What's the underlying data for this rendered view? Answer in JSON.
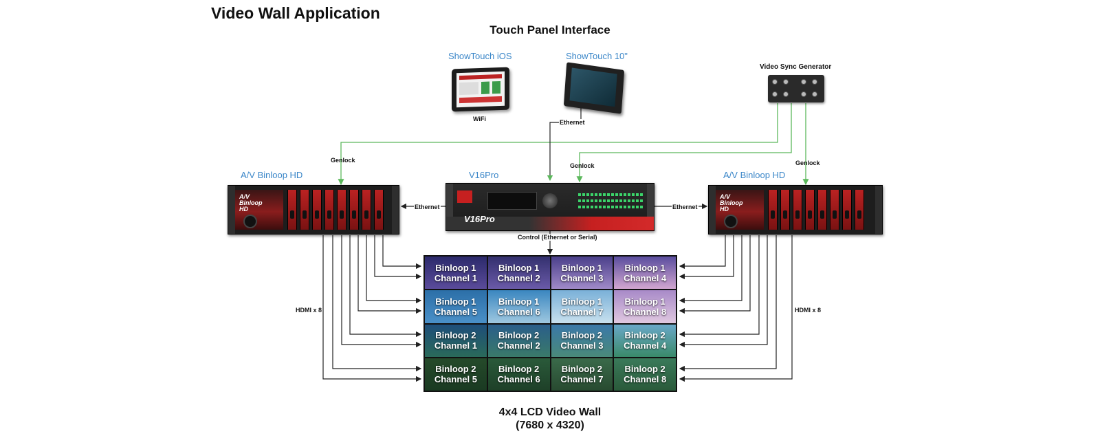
{
  "title": "Video Wall Application",
  "subtitle": "Touch Panel Interface",
  "devices": {
    "showtouch_ios": "ShowTouch iOS",
    "showtouch_10": "ShowTouch 10\"",
    "wifi": "WiFi",
    "sync_generator": "Video Sync Generator",
    "binloop_left": "A/V Binloop HD",
    "binloop_right": "A/V Binloop HD",
    "v16pro": "V16Pro",
    "v16pro_brand": "V16Pro",
    "binloop_brand": "A/V Binloop HD"
  },
  "connections": {
    "ethernet_top": "Ethernet",
    "ethernet_left": "Ethernet",
    "ethernet_right": "Ethernet",
    "genlock_left": "Genlock",
    "genlock_center": "Genlock",
    "genlock_right": "Genlock",
    "control": "Control (Ethernet or Serial)",
    "hdmi_left": "HDMI x 8",
    "hdmi_right": "HDMI x 8"
  },
  "wall": {
    "label_line1": "4x4 LCD Video Wall",
    "label_line2": "(7680 x 4320)",
    "tiles": [
      {
        "line1": "Binloop 1",
        "line2": "Channel 1"
      },
      {
        "line1": "Binloop 1",
        "line2": "Channel 2"
      },
      {
        "line1": "Binloop 1",
        "line2": "Channel 3"
      },
      {
        "line1": "Binloop 1",
        "line2": "Channel 4"
      },
      {
        "line1": "Binloop 1",
        "line2": "Channel 5"
      },
      {
        "line1": "Binloop 1",
        "line2": "Channel 6"
      },
      {
        "line1": "Binloop 1",
        "line2": "Channel 7"
      },
      {
        "line1": "Binloop 1",
        "line2": "Channel 8"
      },
      {
        "line1": "Binloop 2",
        "line2": "Channel 1"
      },
      {
        "line1": "Binloop 2",
        "line2": "Channel 2"
      },
      {
        "line1": "Binloop 2",
        "line2": "Channel 3"
      },
      {
        "line1": "Binloop 2",
        "line2": "Channel 4"
      },
      {
        "line1": "Binloop 2",
        "line2": "Channel 5"
      },
      {
        "line1": "Binloop 2",
        "line2": "Channel 6"
      },
      {
        "line1": "Binloop 2",
        "line2": "Channel 7"
      },
      {
        "line1": "Binloop 2",
        "line2": "Channel 8"
      }
    ]
  },
  "colors": {
    "genlock_wire": "#5cb85c",
    "data_wire": "#222222",
    "label_blue": "#3a86c8",
    "rack_red": "#b22222"
  }
}
